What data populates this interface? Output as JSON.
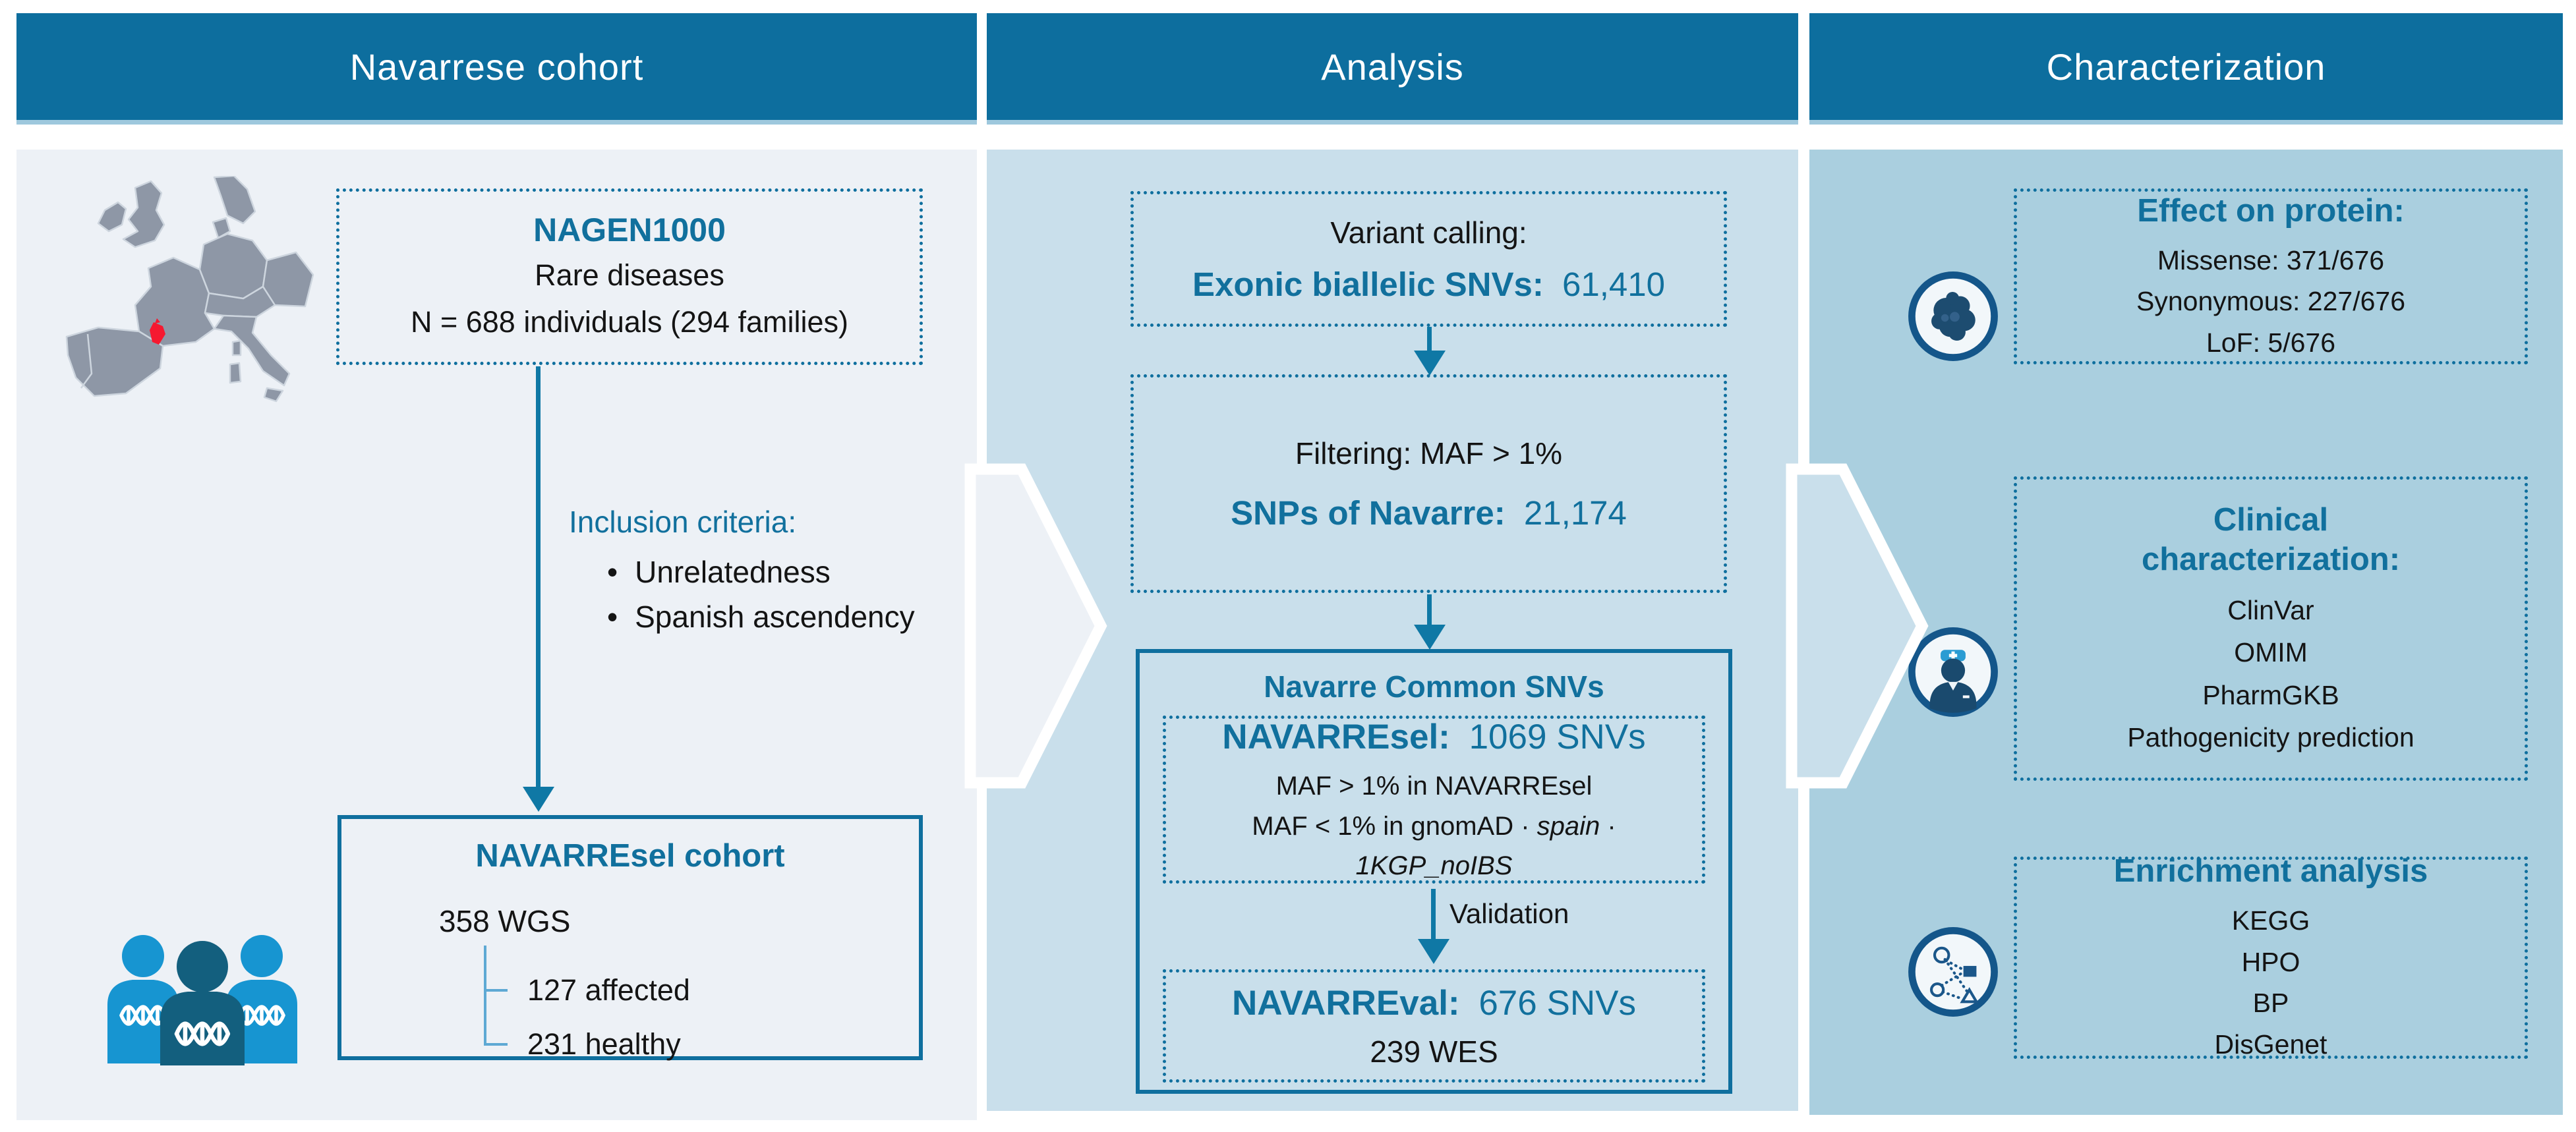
{
  "figure": {
    "bullet_glyph": "•",
    "panels": {
      "cohort": {
        "header": "Navarrese cohort",
        "nagen_box": {
          "title": "NAGEN1000",
          "line1": "Rare diseases",
          "line2": "N = 688 individuals (294 families)"
        },
        "inclusion": {
          "title": "Inclusion criteria:",
          "bullets": [
            "Unrelatedness",
            "Spanish ascendency"
          ]
        },
        "navarresel_box": {
          "title": "NAVARREsel cohort",
          "total": "358 WGS",
          "branches": [
            "127 affected",
            "231 healthy"
          ]
        }
      },
      "analysis": {
        "header": "Analysis",
        "variant_box": {
          "intro": "Variant calling:",
          "label": "Exonic biallelic SNVs:",
          "value": "61,410"
        },
        "filter_box": {
          "intro": "Filtering: MAF > 1%",
          "label": "SNPs of Navarre:",
          "value": "21,174"
        },
        "common_box": {
          "title": "Navarre Common SNVs",
          "sel_box": {
            "label": "NAVARREsel:",
            "value": "1069 SNVs",
            "criteria1": "MAF > 1%  in NAVARREsel",
            "criteria2_prefix": "MAF < 1%  in gnomAD · ",
            "criteria2_italic": "spain",
            "criteria2_suffix": " ·",
            "criteria3_italic": "1KGP_noIBS"
          },
          "arrow_label": "Validation",
          "val_box": {
            "label": "NAVARREval:",
            "value": "676 SNVs",
            "line2": "239 WES"
          }
        }
      },
      "characterization": {
        "header": "Characterization",
        "boxes": [
          {
            "icon": "protein-structure-icon",
            "title": "Effect on protein:",
            "items": [
              "Missense: 371/676",
              "Synonymous: 227/676",
              "LoF: 5/676"
            ]
          },
          {
            "icon": "clinician-icon",
            "title": "Clinical characterization:",
            "items": [
              "ClinVar",
              "OMIM",
              "PharmGKB",
              "Pathogenicity prediction"
            ]
          },
          {
            "icon": "network-graph-icon",
            "title": "Enrichment analysis",
            "items": [
              "KEGG",
              "HPO",
              "BP",
              "DisGenet"
            ]
          }
        ]
      }
    },
    "icons": {
      "map": "europe-map",
      "marker": "navarre-region-marker",
      "people": "people-dna-icon",
      "protein": "protein-structure-icon",
      "clinician": "clinician-icon",
      "network": "network-graph-icon"
    },
    "colors": {
      "header_bg": "#0d6e9e",
      "header_text": "#ffffff",
      "panel_left_bg": "#edf1f6",
      "panel_mid_bg": "#c9dfeb",
      "panel_right_bg": "#aacfdf",
      "teal_text": "#11709d",
      "border_teal": "#0f6f9e",
      "black_text": "#141414",
      "tree_line": "#5ea9d4",
      "person_light": "#1795d1",
      "person_dark": "#135f7e",
      "icon_ring": "#14568a",
      "red_marker": "#f51930",
      "map_gray": "#8e97a6"
    }
  }
}
